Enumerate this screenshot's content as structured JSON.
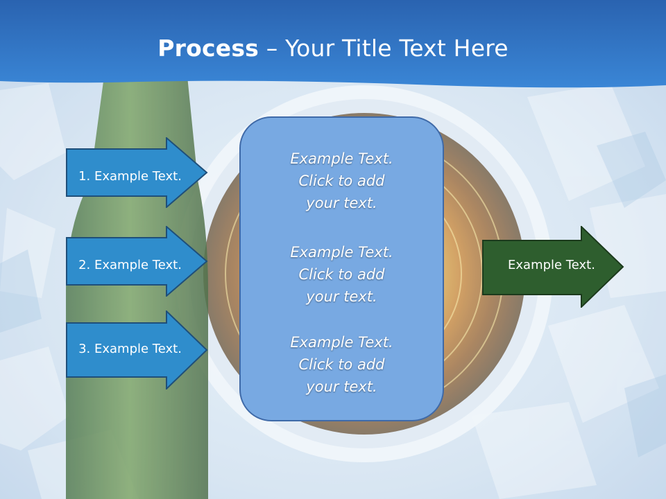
{
  "slide": {
    "title_bold": "Process",
    "title_rest": " – Your Title Text Here"
  },
  "arrows": [
    {
      "label": "1. Example Text."
    },
    {
      "label": "2. Example Text."
    },
    {
      "label": "3. Example Text."
    }
  ],
  "output_arrow": {
    "label": "Example Text."
  },
  "center_box": {
    "blocks": [
      {
        "line1": "Example Text.",
        "line2": "Click  to add",
        "line3": "your text."
      },
      {
        "line1": "Example Text.",
        "line2": "Click  to add",
        "line3": "your text."
      },
      {
        "line1": "Example Text.",
        "line2": "Click  to add",
        "line3": "your text."
      }
    ]
  },
  "colors": {
    "header_blue": "#2f73c4",
    "arrow_blue": "#2f8dcc",
    "arrow_green": "#2e5e2e",
    "box_blue": "#78a9e2"
  }
}
